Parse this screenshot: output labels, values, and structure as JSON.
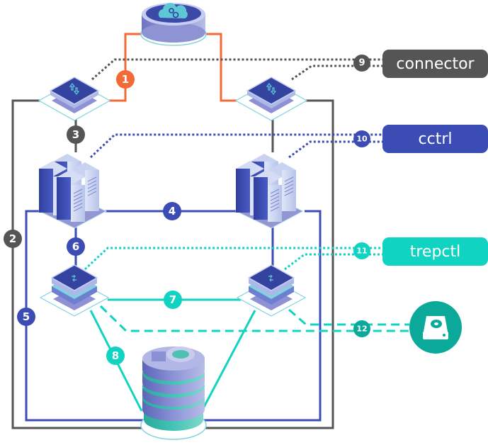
{
  "diagram": {
    "colors": {
      "orange": "#f26a35",
      "gray": "#555555",
      "blue": "#3b4db4",
      "teal": "#11d3c1",
      "dark_teal": "#0aa99a"
    },
    "nodes": [
      {
        "id": "cloud-manager",
        "icon": "cloud-gear-icon"
      },
      {
        "id": "connector-left",
        "icon": "router-arrows-icon"
      },
      {
        "id": "connector-right",
        "icon": "router-arrows-icon"
      },
      {
        "id": "server-cluster-left",
        "icon": "server-rack-icon"
      },
      {
        "id": "server-cluster-right",
        "icon": "server-rack-icon"
      },
      {
        "id": "replicator-left",
        "icon": "switch-stack-icon"
      },
      {
        "id": "replicator-right",
        "icon": "switch-stack-icon"
      },
      {
        "id": "database",
        "icon": "database-stack-icon"
      },
      {
        "id": "backup-drive",
        "icon": "hard-drive-icon"
      }
    ],
    "connections": [
      {
        "number": "1",
        "color": "orange",
        "style": "solid"
      },
      {
        "number": "2",
        "color": "gray",
        "style": "solid"
      },
      {
        "number": "3",
        "color": "gray",
        "style": "solid"
      },
      {
        "number": "4",
        "color": "blue",
        "style": "solid"
      },
      {
        "number": "5",
        "color": "blue",
        "style": "solid"
      },
      {
        "number": "6",
        "color": "blue",
        "style": "solid"
      },
      {
        "number": "7",
        "color": "teal",
        "style": "solid"
      },
      {
        "number": "8",
        "color": "teal",
        "style": "solid"
      },
      {
        "number": "9",
        "color": "gray",
        "style": "dotted"
      },
      {
        "number": "10",
        "color": "blue",
        "style": "dotted"
      },
      {
        "number": "11",
        "color": "teal",
        "style": "dotted"
      },
      {
        "number": "12",
        "color": "teal",
        "style": "dashed"
      }
    ],
    "labels": {
      "connector": "connector",
      "cctrl": "cctrl",
      "trepctl": "trepctl"
    }
  }
}
